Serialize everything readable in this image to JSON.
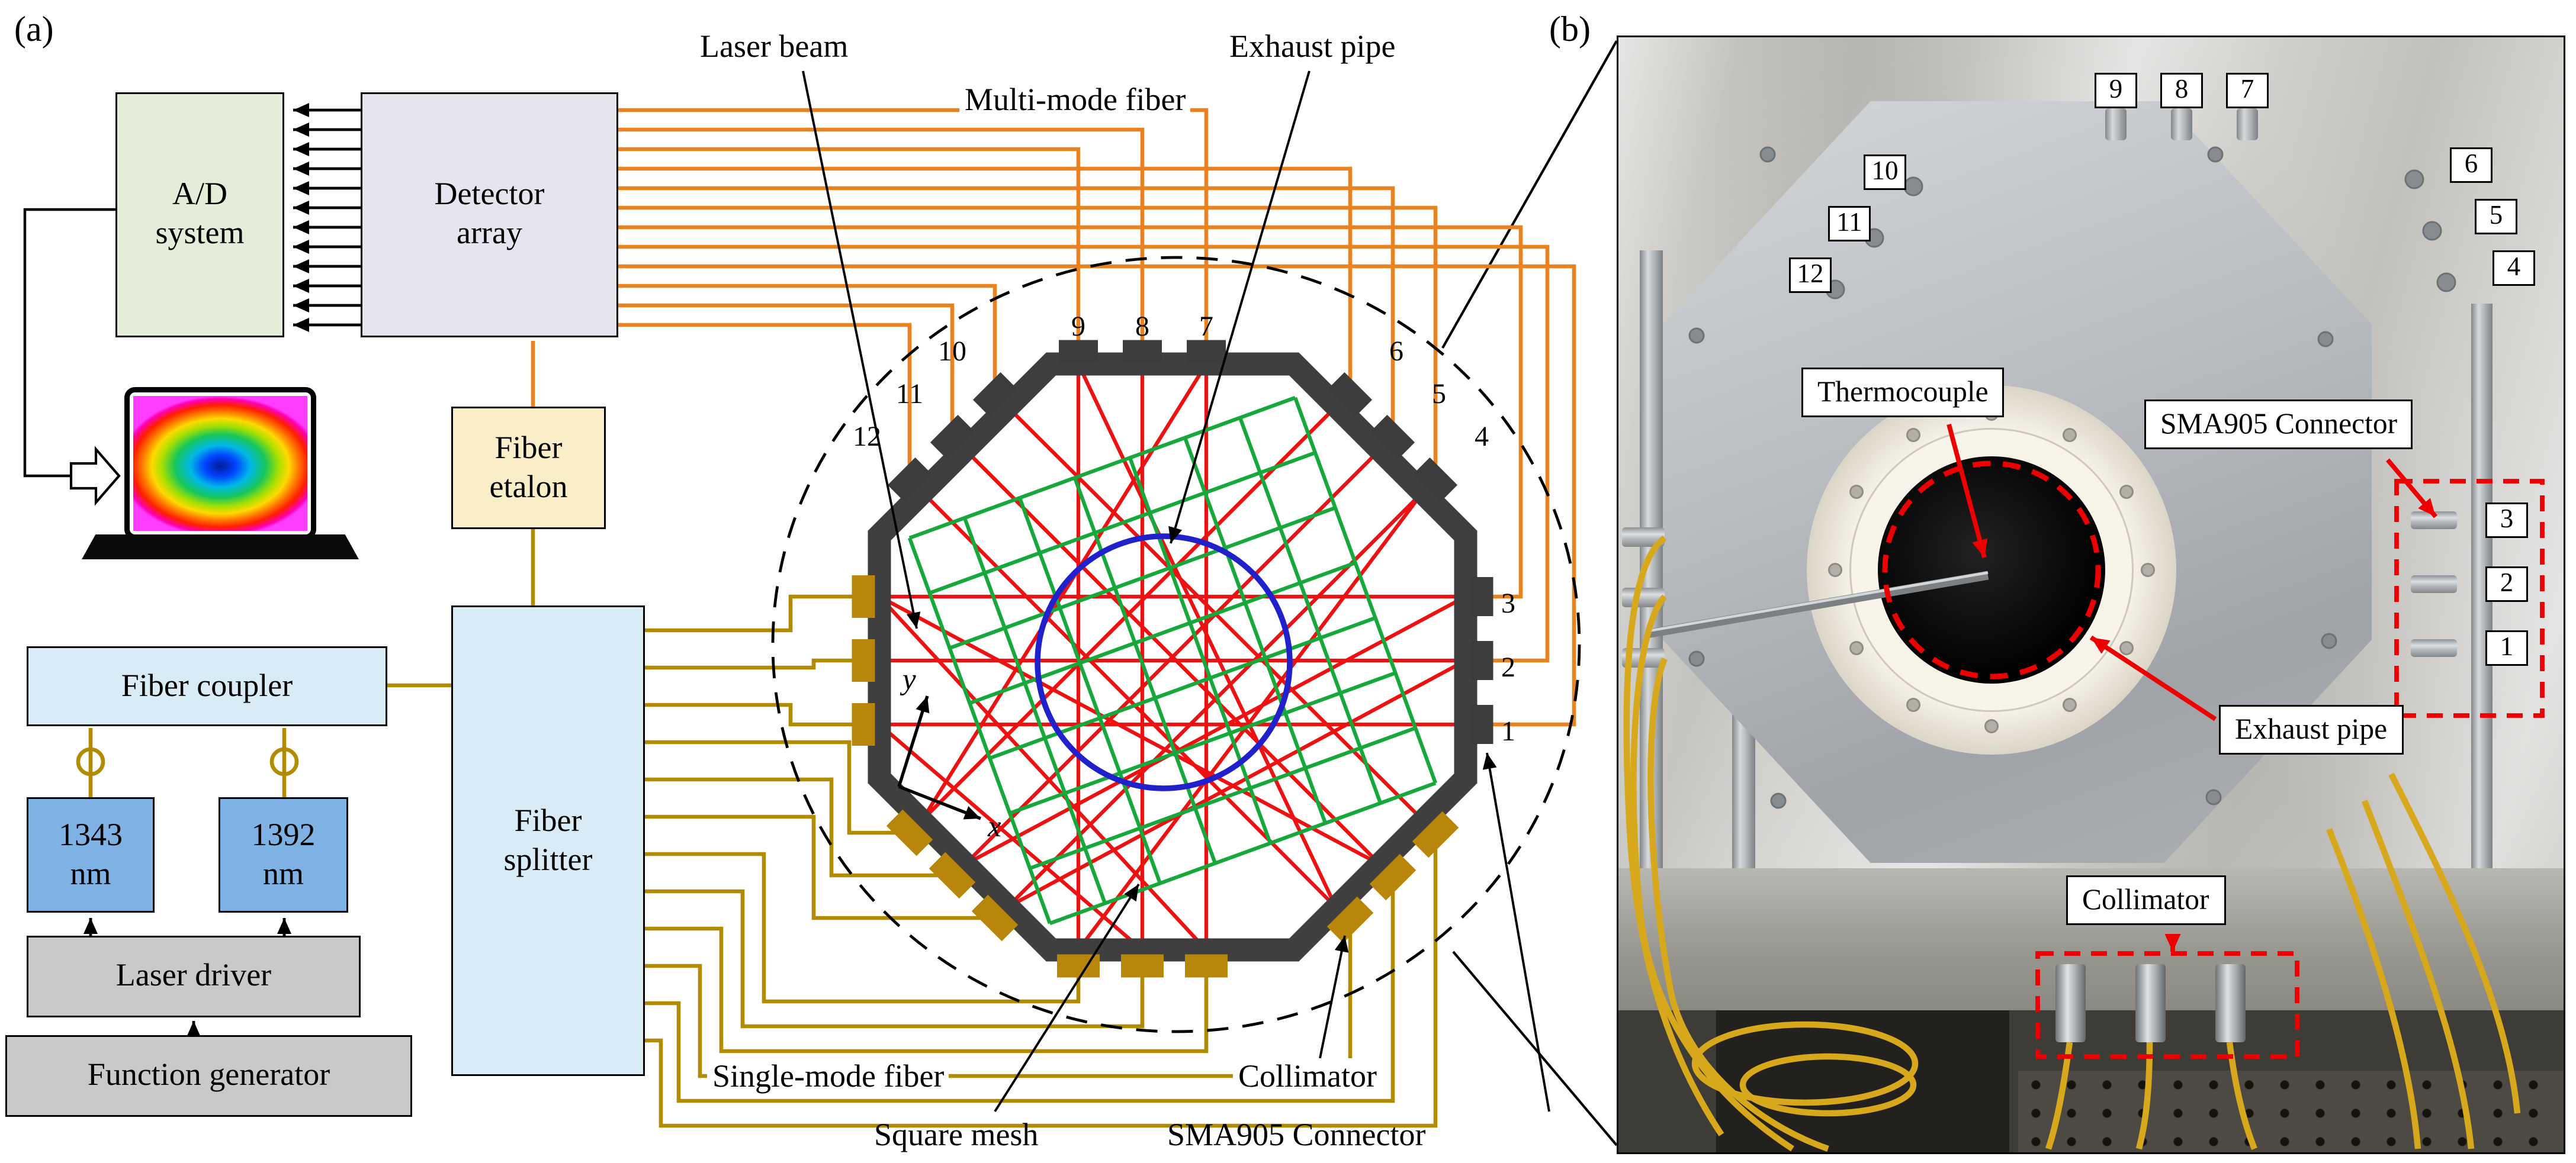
{
  "panels": {
    "a": "(a)",
    "b": "(b)"
  },
  "colors": {
    "multi_mode_fiber": "#ea8220",
    "single_mode_fiber": "#b18b00",
    "laser_beam_red": "#ee1111",
    "mesh_green": "#17a83b",
    "exhaust_pipe_blue": "#2121cc",
    "annotation_red": "#ee0000",
    "chamber_wall": "#3f3f3f"
  },
  "schematic": {
    "ad_system": "A/D\nsystem",
    "detector_array": "Detector\narray",
    "fiber_etalon": "Fiber\netalon",
    "fiber_coupler": "Fiber coupler",
    "laser_1343": "1343\nnm",
    "laser_1392": "1392\nnm",
    "laser_driver": "Laser driver",
    "function_generator": "Function generator",
    "fiber_splitter": "Fiber\nsplitter",
    "labels": {
      "laser_beam": "Laser beam",
      "exhaust_pipe": "Exhaust pipe",
      "multi_mode_fiber": "Multi-mode fiber",
      "single_mode_fiber": "Single-mode fiber",
      "square_mesh": "Square mesh",
      "collimator": "Collimator",
      "sma905_connector": "SMA905 Connector",
      "axis_x": "x",
      "axis_y": "y"
    },
    "ports": [
      "1",
      "2",
      "3",
      "4",
      "5",
      "6",
      "7",
      "8",
      "9",
      "10",
      "11",
      "12"
    ]
  },
  "photo": {
    "labels": {
      "thermocouple": "Thermocouple",
      "sma905_connector": "SMA905 Connector",
      "exhaust_pipe": "Exhaust pipe",
      "collimator": "Collimator"
    },
    "ports": [
      "1",
      "2",
      "3",
      "4",
      "5",
      "6",
      "7",
      "8",
      "9",
      "10",
      "11",
      "12"
    ]
  }
}
